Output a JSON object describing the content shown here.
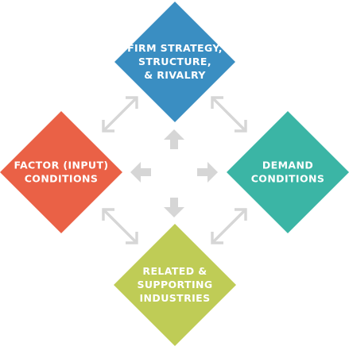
{
  "colors": {
    "top": "#3a8ec2",
    "left": "#ea6146",
    "right": "#3bb5a5",
    "bottom": "#bfcc56",
    "arrow": "#d6d6d6",
    "text": "#ffffff"
  },
  "nodes": {
    "top": {
      "lines": [
        "FIRM STRATEGY,",
        "STRUCTURE,",
        "& RIVALRY"
      ]
    },
    "left": {
      "lines": [
        "FACTOR (INPUT)",
        "CONDITIONS"
      ]
    },
    "right": {
      "lines": [
        "DEMAND",
        "CONDITIONS"
      ]
    },
    "bottom": {
      "lines": [
        "RELATED &",
        "SUPPORTING",
        "INDUSTRIES"
      ]
    }
  }
}
